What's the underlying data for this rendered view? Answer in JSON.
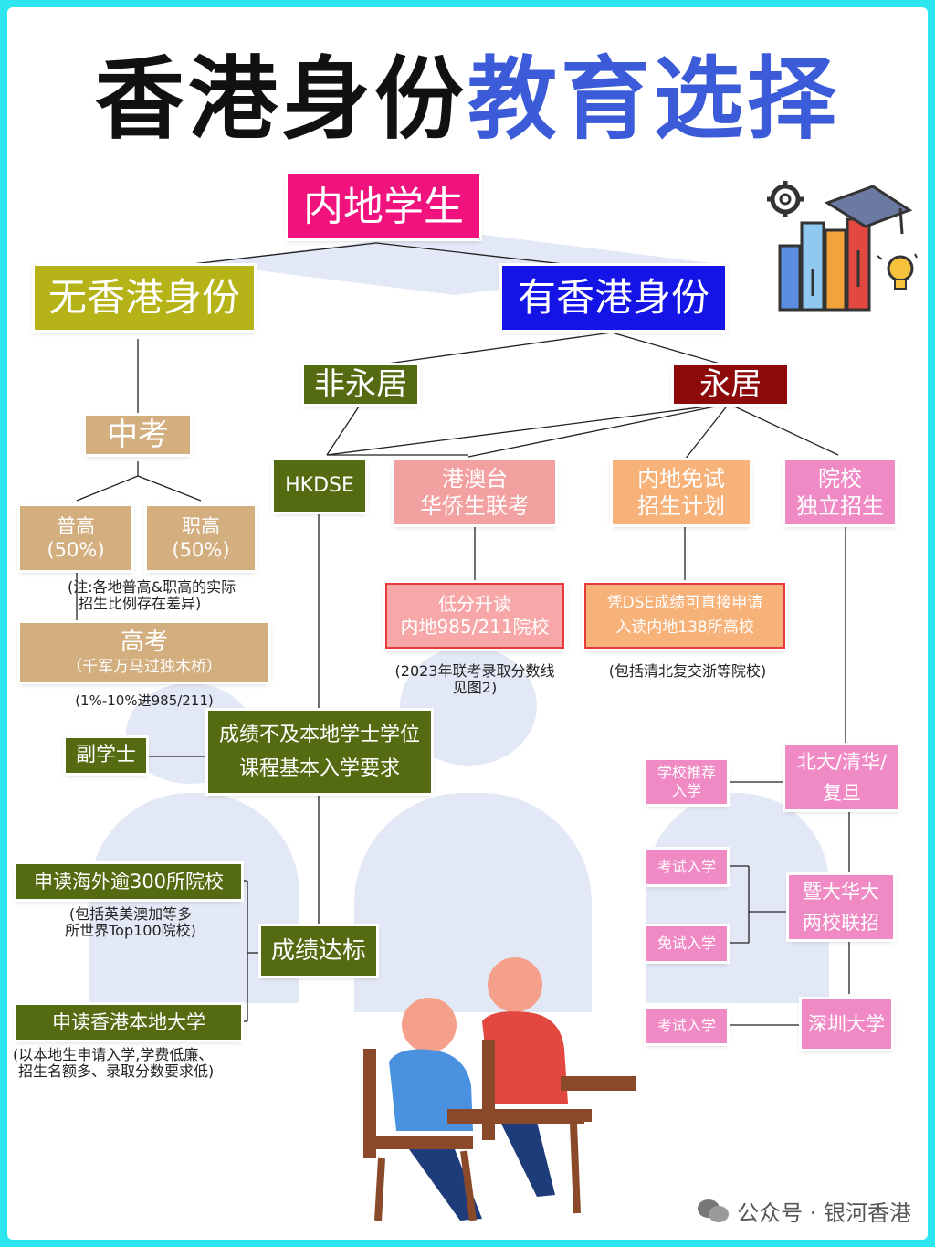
{
  "title": {
    "part1": "香港身份",
    "part2": "教育选择"
  },
  "nodes": {
    "root": "内地学生",
    "no_hk": "无香港身份",
    "has_hk": "有香港身份",
    "non_permanent": "非永居",
    "permanent": "永居",
    "zhongkao": "中考",
    "general_high": [
      "普高",
      "(50%)"
    ],
    "vocational_high": [
      "职高",
      "(50%)"
    ],
    "gaokao": [
      "高考",
      "（千军万马过独木桥）"
    ],
    "hkdse": "HKDSE",
    "joint_exam": [
      "港澳台",
      "华侨生联考"
    ],
    "exempt_plan": [
      "内地免试",
      "招生计划"
    ],
    "independent": [
      "院校",
      "独立招生"
    ],
    "low_score": [
      "低分升读",
      "内地985/211院校"
    ],
    "dse_apply": [
      "凭DSE成绩可直接申请",
      "入读内地138所高校"
    ],
    "associate": "副学士",
    "below_req": [
      "成绩不及本地学士学位",
      "课程基本入学要求"
    ],
    "overseas": "申读海外逾300所院校",
    "meets_standard": "成绩达标",
    "hk_local": "申读香港本地大学",
    "school_rec": [
      "学校推荐",
      "入学"
    ],
    "pku_thu": [
      "北大/清华/",
      "复旦"
    ],
    "exam_entry_1": "考试入学",
    "exempt_entry": "免试入学",
    "jinan_huaqiao": [
      "暨大华大",
      "两校联招"
    ],
    "exam_entry_2": "考试入学",
    "shenzhen_univ": "深圳大学"
  },
  "notes": {
    "ratio_note": [
      "(注:各地普高&职高的实际",
      "招生比例存在差异)"
    ],
    "rate_note": "(1%-10%进985/211)",
    "score_note": [
      "(2023年联考录取分数线",
      "见图2)"
    ],
    "schools_note": "(包括清北复交浙等院校)",
    "overseas_note": [
      "(包括英美澳加等多",
      "所世界Top100院校)"
    ],
    "hk_local_note": [
      "(以本地生申请入学,学费低廉、",
      "招生名额多、录取分数要求低)"
    ]
  },
  "watermark": "公众号 · 银河香港",
  "colors": {
    "border": "#2ee6f0",
    "title_accent": "#3b5bd8",
    "olive": "#b5b317",
    "blue": "#1414e6",
    "hot_pink": "#f0137d",
    "green": "#556b12",
    "dark_red": "#8e0a0a",
    "tan": "#d3ae7e",
    "salmon": "#f2a0a0",
    "peach": "#f7b27a",
    "pink": "#f08ac4"
  },
  "icons": [
    "gear-icon",
    "books-icon",
    "graduation-cap-icon",
    "lightbulb-icon",
    "students-at-desks-illustration",
    "wechat-icon"
  ]
}
